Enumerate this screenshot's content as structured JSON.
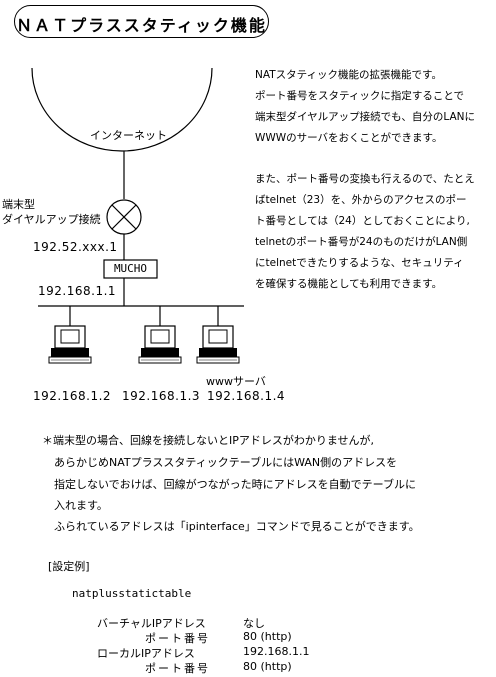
{
  "title": "ＮＡＴプラススタティック機能",
  "description": {
    "para1": [
      "NATスタティック機能の拡張機能です。",
      "ポート番号をスタティックに指定することで",
      "端末型ダイヤルアップ接続でも、自分のLANに",
      "WWWのサーバをおくことができます。"
    ],
    "para2": [
      "また、ポート番号の変換も行えるので、たとえ",
      "ばtelnet（23）を、外からのアクセスのポー",
      "ト番号としては（24）としておくことにより,",
      "telnetのポート番号が24のものだけがLAN側",
      "にtelnetできたりするような、セキュリティ",
      "を確保する機能としても利用できます。"
    ]
  },
  "diagram": {
    "internet_label": "インターネット",
    "dialup_label_line1": "端末型",
    "dialup_label_line2": "ダイヤルアップ接続",
    "wan_ip": "192.52.xxx.1",
    "router_label": "MUCHO",
    "lan_ip": "192.168.1.1",
    "pc_ips": [
      "192.168.1.2",
      "192.168.1.3",
      "192.168.1.4"
    ],
    "server_label": "wwwサーバ"
  },
  "note": {
    "lines": [
      "＊端末型の場合、回線を接続しないとIPアドレスがわかりませんが,",
      "あらかじめNATプラススタティックテーブルにはWAN側のアドレスを",
      "指定しないでおけば、回線がつながった時にアドレスを自動でテーブルに",
      "入れます。",
      "ふられているアドレスは「ipinterface」コマンドで見ることができます。"
    ]
  },
  "example": {
    "heading": "[設定例]",
    "command": "natplusstatictable",
    "rows": [
      {
        "label": "バーチャルIPアドレス",
        "value": "なし"
      },
      {
        "label": "ポート番号",
        "value": "80 (http)"
      },
      {
        "label": "ローカルIPアドレス",
        "value": "192.168.1.1"
      },
      {
        "label": "ポート番号",
        "value": "80 (http)"
      }
    ]
  }
}
